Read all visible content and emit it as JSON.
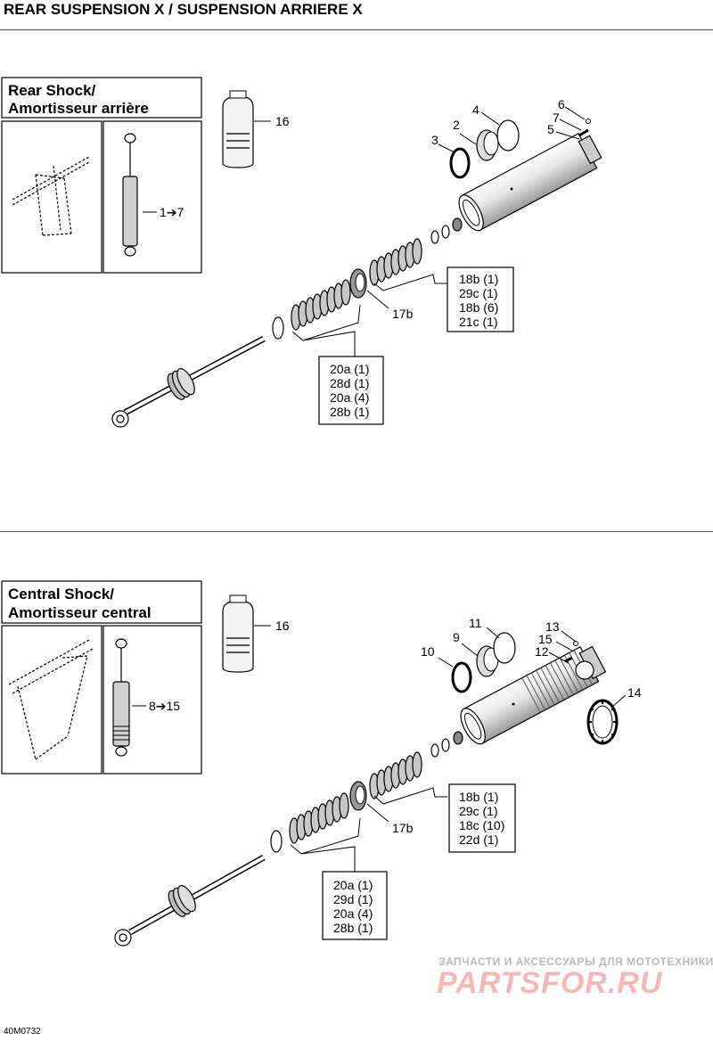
{
  "page_title": "REAR SUSPENSION X / SUSPENSION ARRIERE X",
  "rear": {
    "box_title_1": "Rear Shock/",
    "box_title_2": "Amortisseur arrière",
    "kit_ref": "1➔7",
    "callouts": {
      "c2": "2",
      "c3": "3",
      "c4": "4",
      "c5": "5",
      "c6": "6",
      "c7": "7",
      "c16": "16",
      "c17b": "17b"
    },
    "legend_top": [
      "18b (1)",
      "29c (1)",
      "18b (6)",
      "21c (1)"
    ],
    "legend_bottom": [
      "20a (1)",
      "28d (1)",
      "20a (4)",
      "28b (1)"
    ]
  },
  "central": {
    "box_title_1": "Central Shock/",
    "box_title_2": "Amortisseur central",
    "kit_ref": "8➔15",
    "callouts": {
      "c9": "9",
      "c10": "10",
      "c11": "11",
      "c12": "12",
      "c13": "13",
      "c14": "14",
      "c15": "15",
      "c16": "16",
      "c17b": "17b"
    },
    "legend_top": [
      "18b (1)",
      "29c (1)",
      "18c (10)",
      "22d (1)"
    ],
    "legend_bottom": [
      "20a (1)",
      "29d (1)",
      "20a (4)",
      "28b (1)"
    ]
  },
  "watermark": {
    "line1": "ЗАПЧАСТИ И АКСЕССУАРЫ ДЛЯ МОТОТЕХНИКИ",
    "line2": "PARTSFOR.RU"
  },
  "drawing_code": "40M0732"
}
